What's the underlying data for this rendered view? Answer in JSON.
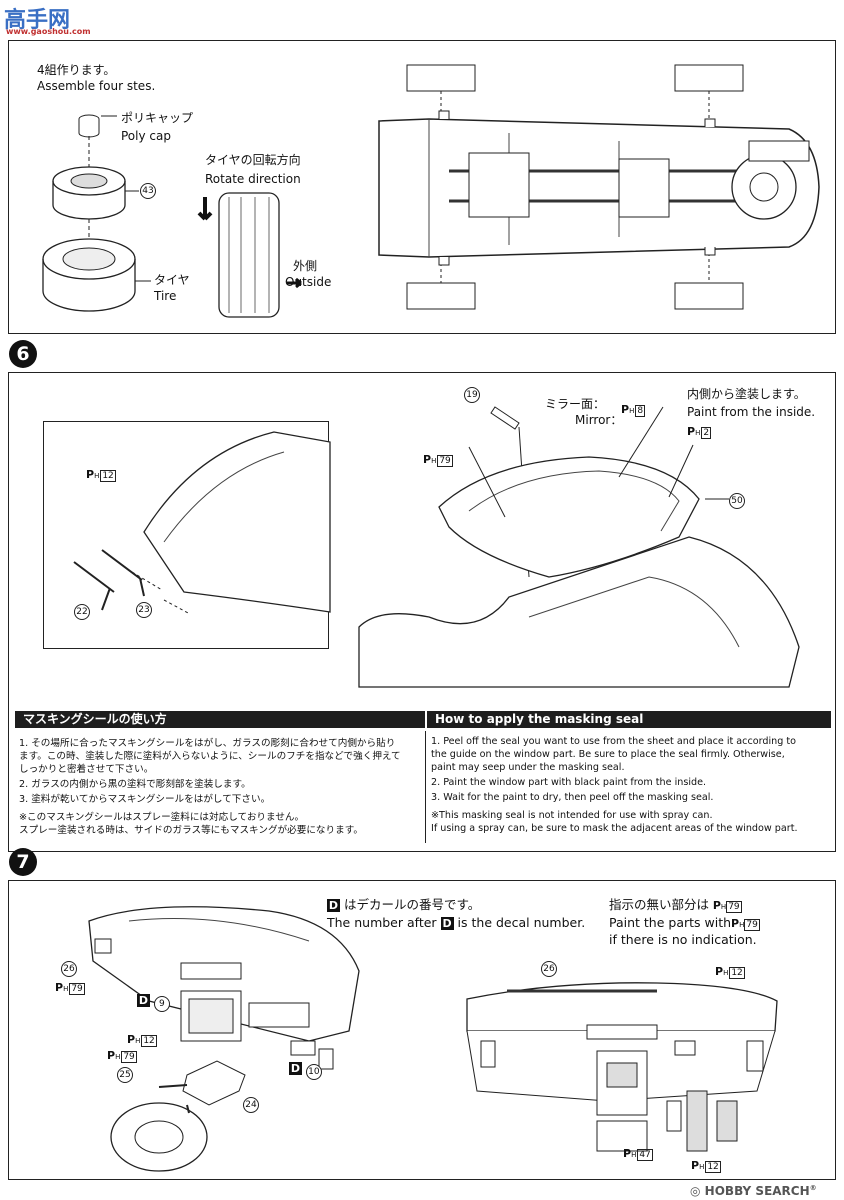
{
  "watermark_top": {
    "brand": "高手网",
    "url": "www.gaoshou.com"
  },
  "step5": {
    "jp_title": "4組作ります。",
    "en_title": "Assemble four stes.",
    "polycap_jp": "ポリキャップ",
    "polycap_en": "Poly cap",
    "part_43": "43",
    "tire_jp": "タイヤ",
    "tire_en": "Tire",
    "rotate_jp": "タイヤの回転方向",
    "rotate_en": "Rotate direction",
    "outside_jp": "外側",
    "outside_en": "Outside"
  },
  "step6": {
    "number": "6",
    "ph12": "12",
    "part_22": "22",
    "part_23": "23",
    "part_19": "19",
    "mirror_jp": "ミラー面：",
    "mirror_en": "Mirror：",
    "ph8": "8",
    "ph79": "79",
    "inside_jp": "内側から塗装します。",
    "inside_en": "Paint from the inside.",
    "ph2": "2",
    "part_50": "50"
  },
  "masking": {
    "jp_header": "マスキングシールの使い方",
    "en_header": "How to apply the masking seal",
    "jp_lines": [
      "1. その場所に合ったマスキングシールをはがし、ガラスの彫刻に合わせて内側から貼り",
      "   ます。この時、塗装した際に塗料が入らないように、シールのフチを指などで強く押えて",
      "   しっかりと密着させて下さい。",
      "2. ガラスの内側から黒の塗料で彫刻部を塗装します。",
      "3. 塗料が乾いてからマスキングシールをはがして下さい。",
      "※このマスキングシールはスプレー塗料には対応しておりません。",
      "   スプレー塗装される時は、サイドのガラス等にもマスキングが必要になります。"
    ],
    "en_lines": [
      "1. Peel off the seal you want to use from the sheet and place it according to",
      "   the guide on the window part. Be sure to place the seal firmly. Otherwise,",
      "   paint may seep under the masking seal.",
      "2. Paint the window part with black paint from the inside.",
      "3. Wait for the paint to dry, then peel off the masking seal.",
      "※This masking seal is not intended for use with spray can.",
      "   If using a spray can, be sure to mask the adjacent areas of the window part."
    ]
  },
  "step7": {
    "number": "7",
    "decal_jp": "はデカールの番号です。",
    "decal_en_pre": "The number after",
    "decal_en_post": "is the decal number.",
    "noind_jp": "指示の無い部分は",
    "noind_en_pre": "Paint the parts with",
    "noind_en_post": "if there is no indication.",
    "ph79": "79",
    "ph12": "12",
    "ph47": "47",
    "part_26": "26",
    "part_25": "25",
    "part_24": "24",
    "decal_9": "9",
    "decal_10": "10",
    "d_letter": "D",
    "ph_letter": "PH"
  },
  "footer": {
    "brand": "HOBBY SEARCH",
    "reg": "®"
  }
}
